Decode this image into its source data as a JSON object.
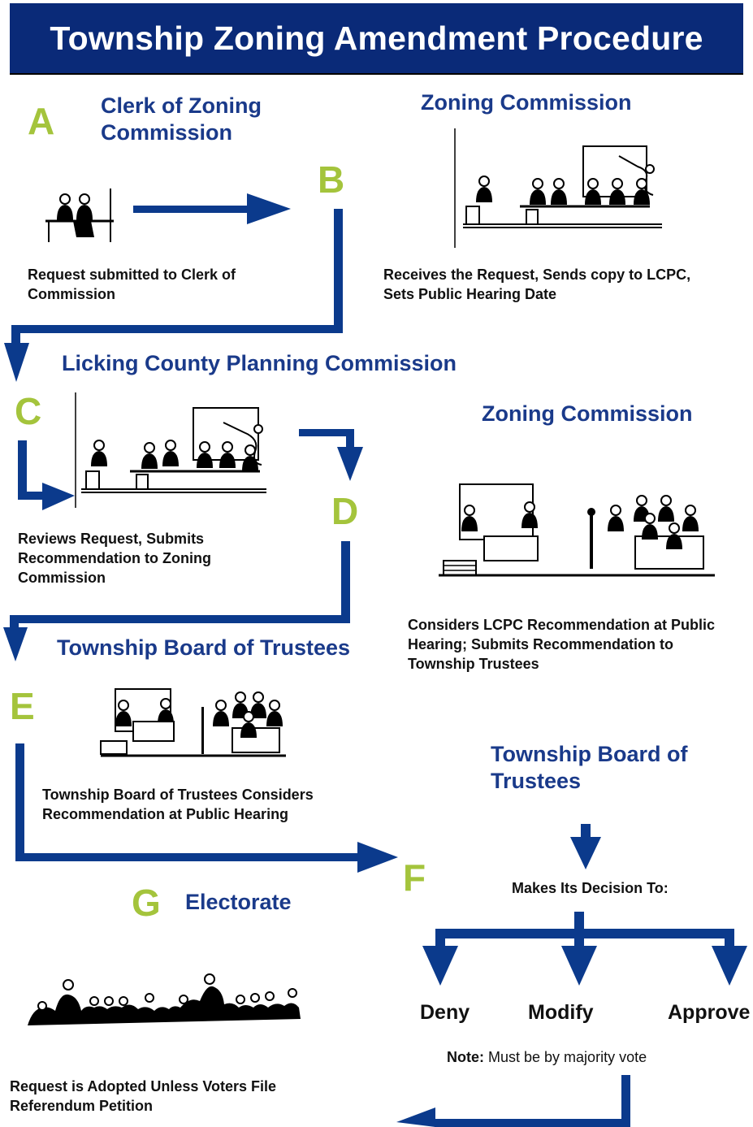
{
  "title": "Township Zoning Amendment Procedure",
  "colors": {
    "banner": "#0a2a78",
    "arrow": "#0b3a8c",
    "letter": "#a4c43c",
    "heading": "#1a3a8a"
  },
  "steps": {
    "a": {
      "letter": "A",
      "heading": "Clerk of Zoning Commission",
      "desc": "Request submitted to Clerk of Commission"
    },
    "b": {
      "letter": "B",
      "heading": "Zoning Commission",
      "desc": "Receives the Request, Sends copy to LCPC, Sets Public Hearing Date"
    },
    "c": {
      "letter": "C",
      "heading": "Licking County Planning Commission",
      "desc": "Reviews Request, Submits Recommendation to Zoning Commission"
    },
    "d": {
      "letter": "D",
      "heading": "Zoning Commission",
      "desc": "Considers LCPC Recommendation at Public Hearing; Submits Recommendation to Township Trustees"
    },
    "e": {
      "letter": "E",
      "heading": "Township Board of Trustees",
      "desc": "Township Board of Trustees Considers Recommendation at Public Hearing"
    },
    "f": {
      "letter": "F",
      "heading": "Township Board of Trustees",
      "decision": "Makes Its Decision To:"
    },
    "g": {
      "letter": "G",
      "heading": "Electorate",
      "desc": "Request is Adopted Unless Voters File Referendum Petition"
    }
  },
  "options": [
    "Deny",
    "Modify",
    "Approve"
  ],
  "note": {
    "label": "Note:",
    "text": "Must be by majority vote"
  }
}
